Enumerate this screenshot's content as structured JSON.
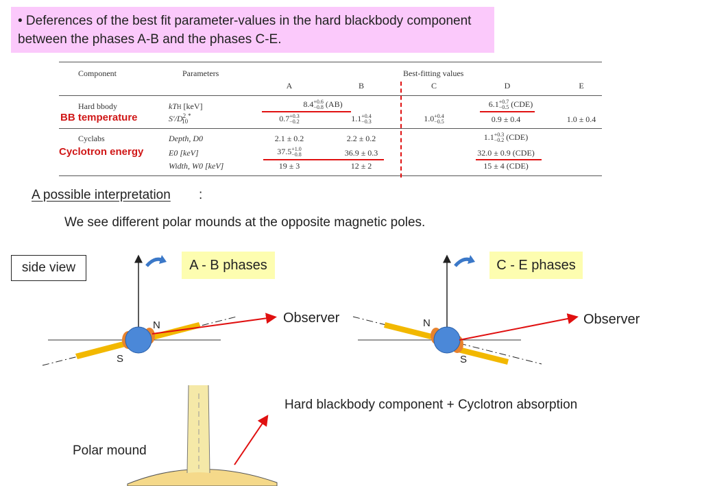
{
  "title": "• Deferences of the best fit parameter-values in the hard blackbody component between the phases A-B and the phases C-E.",
  "table": {
    "header_component": "Component",
    "header_parameters": "Parameters",
    "header_best": "Best-fitting values",
    "phases": [
      "A",
      "B",
      "C",
      "D",
      "E"
    ],
    "row1_component": "Hard bbody",
    "row1_param1": "kT",
    "row1_param1_sub": "H",
    "row1_param1_unit": "[keV]",
    "row1_param2": "S′/D",
    "row1_param2_sup": "2",
    "row1_param2_sub": "10",
    "row1_param2_star": "*",
    "row1_ab_value": "8.4",
    "row1_ab_up": "+0.6",
    "row1_ab_low": "−0.8",
    "row1_ab_tag": "(AB)",
    "row1_d_value": "6.1",
    "row1_d_up": "+0.7",
    "row1_d_low": "−0.5",
    "row1_d_tag": "(CDE)",
    "row1b_a_value": "0.7",
    "row1b_a_up": "+0.3",
    "row1b_a_low": "−0.2",
    "row1b_b_value": "1.1",
    "row1b_b_up": "+0.4",
    "row1b_b_low": "−0.3",
    "row1b_c_value": "1.0",
    "row1b_c_up": "+0.4",
    "row1b_c_low": "−0.5",
    "row1b_d": "0.9 ± 0.4",
    "row1b_e": "1.0 ± 0.4",
    "row2_component": "Cyclabs",
    "row2_param1": "Depth, D0",
    "row2_param2": "E0 [keV]",
    "row2_param3": "Width, W0 [keV]",
    "row2a_a": "2.1 ± 0.2",
    "row2a_b": "2.2 ± 0.2",
    "row2a_d_value": "1.1",
    "row2a_d_up": "+0.3",
    "row2a_d_low": "−0.2",
    "row2a_d_tag": "(CDE)",
    "row2b_a_value": "37.5",
    "row2b_a_up": "+1.0",
    "row2b_a_low": "−0.8",
    "row2b_b": "36.9 ± 0.3",
    "row2b_d": "32.0 ± 0.9 (CDE)",
    "row2c_a": "19 ± 3",
    "row2c_b": "12 ± 2",
    "row2c_d": "15 ± 4 (CDE)"
  },
  "labels": {
    "bb_temperature": "BB temperature",
    "cyclotron_energy": "Cyclotron energy"
  },
  "interpretation": {
    "heading": "A possible interpretation",
    "colon": ":",
    "body": "We see different polar mounds at the opposite magnetic poles."
  },
  "diagram": {
    "side_view": "side view",
    "phase_ab": "A - B phases",
    "phase_ce": "C - E phases",
    "observer": "Observer",
    "north": "N",
    "south": "S",
    "hard_bb": "Hard blackbody component + Cyclotron absorption",
    "polar_mound": "Polar mound"
  },
  "colors": {
    "title_bg": "#fbc9fb",
    "phase_bg": "#fdfdb0",
    "accent_red": "#e01010",
    "star_blue": "#4b88d8",
    "mound_orange": "#e8832e",
    "column_yellow": "#f5e9a8"
  }
}
